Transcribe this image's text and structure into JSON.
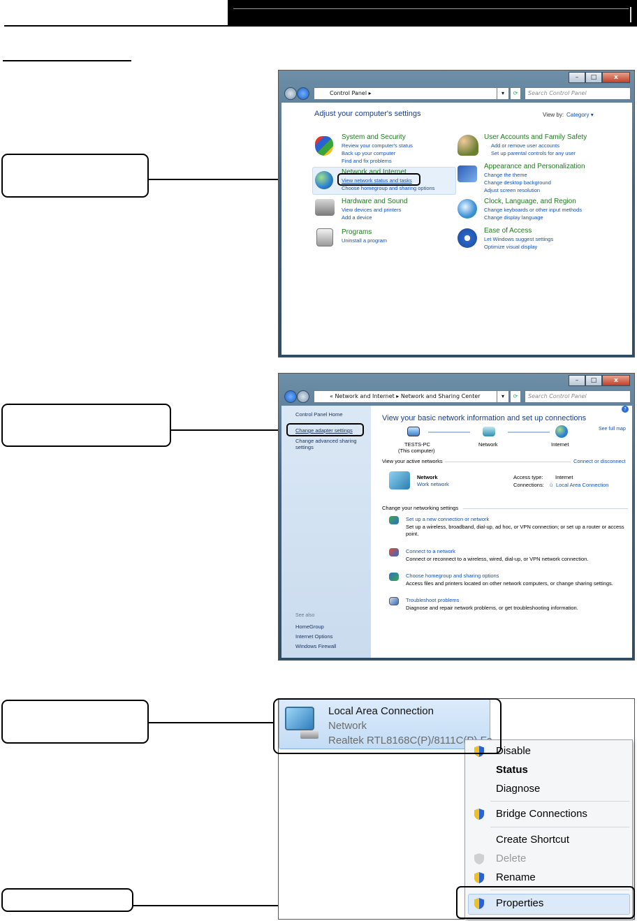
{
  "win1": {
    "address": "Control Panel",
    "search_placeholder": "Search Control Panel",
    "heading": "Adjust your computer's settings",
    "view_by_label": "View by:",
    "view_by_value": "Category",
    "categories": [
      {
        "title": "System and Security",
        "links": [
          "Review your computer's status",
          "Back up your computer",
          "Find and fix problems"
        ]
      },
      {
        "title": "Network and Internet",
        "links": [
          "View network status and tasks",
          "Choose homegroup and sharing options"
        ]
      },
      {
        "title": "Hardware and Sound",
        "links": [
          "View devices and printers",
          "Add a device"
        ]
      },
      {
        "title": "Programs",
        "links": [
          "Uninstall a program"
        ]
      },
      {
        "title": "User Accounts and Family Safety",
        "links": [
          "Add or remove user accounts",
          "Set up parental controls for any user"
        ]
      },
      {
        "title": "Appearance and Personalization",
        "links": [
          "Change the theme",
          "Change desktop background",
          "Adjust screen resolution"
        ]
      },
      {
        "title": "Clock, Language, and Region",
        "links": [
          "Change keyboards or other input methods",
          "Change display language"
        ]
      },
      {
        "title": "Ease of Access",
        "links": [
          "Let Windows suggest settings",
          "Optimize visual display"
        ]
      }
    ]
  },
  "win2": {
    "address_1": "Network and Internet",
    "address_2": "Network and Sharing Center",
    "search_placeholder": "Search Control Panel",
    "sidebar": {
      "home": "Control Panel Home",
      "change_adapter": "Change adapter settings",
      "change_sharing": [
        "Change advanced sharing",
        "settings"
      ],
      "see_also": "See also",
      "see_also_links": [
        "HomeGroup",
        "Internet Options",
        "Windows Firewall"
      ]
    },
    "heading": "View your basic network information and set up connections",
    "see_full_map": "See full map",
    "map_nodes": [
      "TESTS-PC",
      "(This computer)",
      "Network",
      "Internet"
    ],
    "active_networks_label": "View your active networks",
    "connect_disconnect": "Connect or disconnect",
    "network_name": "Network",
    "network_type": "Work network",
    "access_type_label": "Access type:",
    "access_type_value": "Internet",
    "connections_label": "Connections:",
    "connections_value": "Local Area Connection",
    "change_settings_label": "Change your networking settings",
    "tasks": [
      {
        "title": "Set up a new connection or network",
        "desc": [
          "Set up a wireless, broadband, dial-up, ad hoc, or VPN connection; or set up a router or access",
          "point."
        ]
      },
      {
        "title": "Connect to a network",
        "desc": [
          "Connect or reconnect to a wireless, wired, dial-up, or VPN network connection."
        ]
      },
      {
        "title": "Choose homegroup and sharing options",
        "desc": [
          "Access files and printers located on other network computers, or change sharing settings."
        ]
      },
      {
        "title": "Troubleshoot problems",
        "desc": [
          "Diagnose and repair network problems, or get troubleshooting information."
        ]
      }
    ]
  },
  "adapter": {
    "name": "Local Area Connection",
    "network": "Network",
    "device": "Realtek RTL8168C(P)/8111C(P) Fa"
  },
  "context_menu": {
    "items": [
      "Disable",
      "Status",
      "Diagnose",
      "Bridge Connections",
      "Create Shortcut",
      "Delete",
      "Rename",
      "Properties"
    ]
  },
  "colors": {
    "link": "#1550b8",
    "category_title": "#1e7a1e",
    "heading": "#1a3d8f",
    "highlight": "#d5e6f8"
  }
}
